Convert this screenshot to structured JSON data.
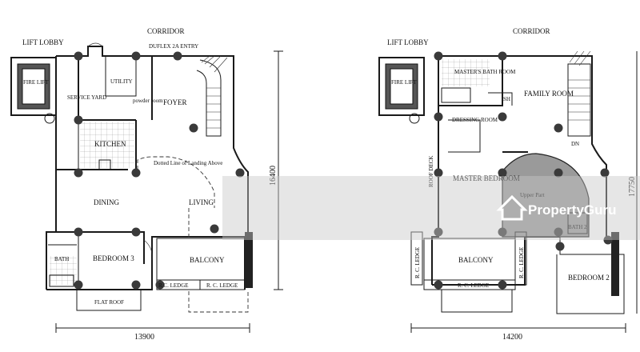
{
  "left_plan": {
    "lift_lobby": "LIFT LOBBY",
    "corridor": "CORRIDOR",
    "fire_lift": "FIRE LIFT",
    "service_yard": "SERVICE YARD",
    "utility": "UTILITY",
    "duplex_entry": "DUFLEX 2A ENTRY",
    "powder_room": "powder room",
    "foyer": "FOYER",
    "kitchen": "KITCHEN",
    "dotted_note": "Dotted Line of Landing Above",
    "dining": "DINING",
    "living": "LIVING",
    "bath": "BATH",
    "bedroom": "BEDROOM 3",
    "balcony": "BALCONY",
    "rc_ledge_1": "R.C. LEDGE",
    "rc_ledge_2": "R. C. LEDGE",
    "flat_roof": "FLAT ROOF",
    "width_dim": "13900",
    "height_dim": "16400"
  },
  "right_plan": {
    "lift_lobby": "LIFT LOBBY",
    "corridor": "CORRIDOR",
    "fire_lift": "FIRE LIFT",
    "masters_bath": "MASTER'S BATH ROOM",
    "sh": "SH",
    "family_room": "FAMILY ROOM",
    "dressing_room": "DRESSING ROOM",
    "roof_deck": "ROOF DECK",
    "master_bedroom": "MASTER BEDROOM",
    "upper_part": "Upper Part",
    "dn": "DN",
    "bath2": "BATH 2",
    "rc_ledge_v1": "R. C. LEDGE",
    "rc_ledge_v2": "R. C. LEDGE",
    "balcony": "BALCONY",
    "rc_ledge_h": "R. C. LEDGE",
    "bedroom2": "BEDROOM 2",
    "width_dim": "14200",
    "height_dim": "17750"
  },
  "watermark": {
    "brand": "PropertyGuru",
    "color": "#ffffff"
  },
  "overlay_band_color": "#c8c8c8"
}
